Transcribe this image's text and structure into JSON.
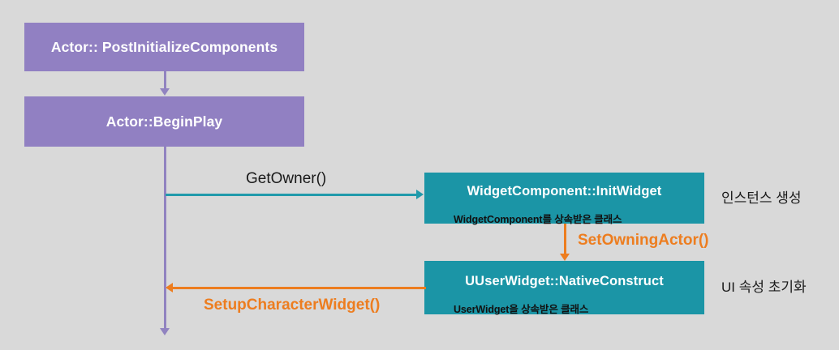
{
  "diagram": {
    "background_color": "#d9d9d9",
    "palette": {
      "purple": "#9180c2",
      "teal": "#1b95a6",
      "orange": "#ed7d1f",
      "teal_line": "#219aab",
      "purple_line": "#9183c0",
      "text_white": "#ffffff",
      "text_dark": "#1a1a1a"
    },
    "nodes": [
      {
        "id": "post-initialize-components",
        "title": "Actor:: PostInitializeComponents",
        "style": "purple"
      },
      {
        "id": "begin-play",
        "title": "Actor::BeginPlay",
        "style": "purple"
      },
      {
        "id": "init-widget",
        "title": "WidgetComponent::InitWidget",
        "caption": "WidgetComponent를 상속받은 클래스",
        "side_note": "인스턴스 생성",
        "style": "teal"
      },
      {
        "id": "native-construct",
        "title": "UUserWidget::NativeConstruct",
        "caption": "UserWidget을 상속받은 클래스",
        "side_note": "UI 속성 초기화",
        "style": "teal"
      }
    ],
    "edges": [
      {
        "id": "get-owner",
        "label": "GetOwner()",
        "color": "#219aab",
        "direction": "right"
      },
      {
        "id": "set-owning-actor",
        "label": "SetOwningActor()",
        "color": "#ed7d1f",
        "direction": "down"
      },
      {
        "id": "setup-character-widget",
        "label": "SetupCharacterWidget()",
        "color": "#ed7d1f",
        "direction": "left"
      }
    ]
  }
}
